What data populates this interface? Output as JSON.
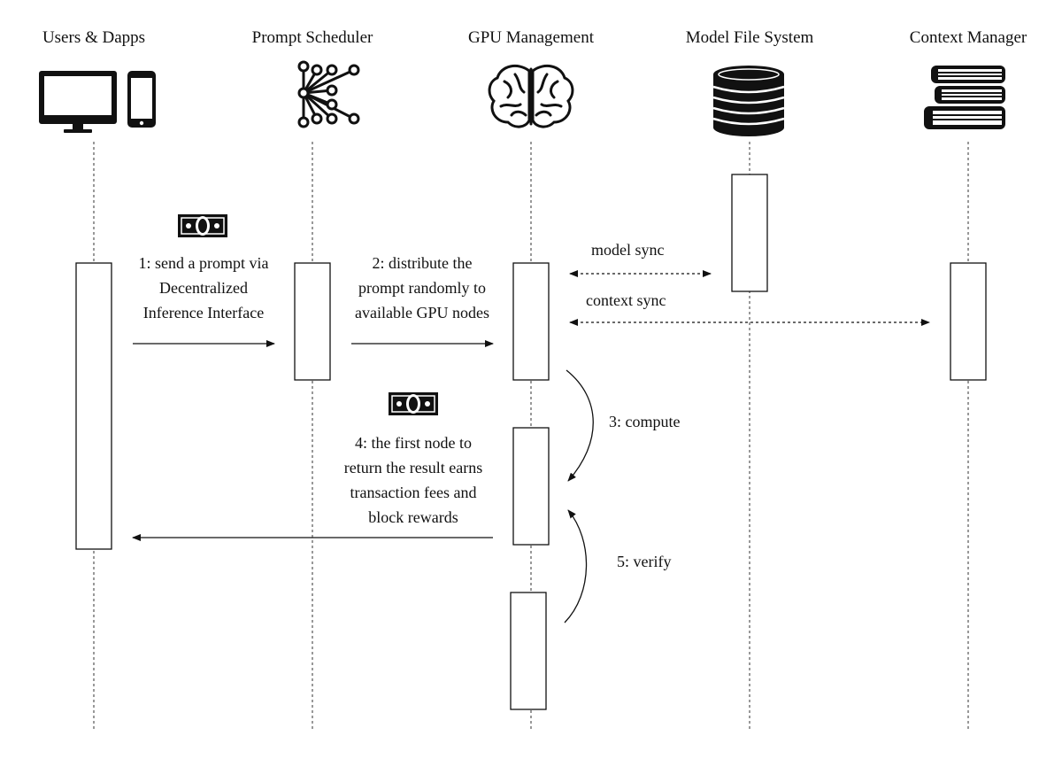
{
  "participants": [
    {
      "id": "users",
      "label": "Users & Dapps",
      "icon": "desktop-and-phone-icon"
    },
    {
      "id": "scheduler",
      "label": "Prompt Scheduler",
      "icon": "network-graph-icon"
    },
    {
      "id": "gpu",
      "label": "GPU Management",
      "icon": "brain-icon"
    },
    {
      "id": "modelfs",
      "label": "Model File System",
      "icon": "database-stack-icon"
    },
    {
      "id": "context",
      "label": "Context Manager",
      "icon": "book-stack-icon"
    }
  ],
  "messages": {
    "m1": [
      "1: send a prompt via",
      "Decentralized",
      "Inference Interface"
    ],
    "m2": [
      "2: distribute the",
      "prompt randomly to",
      "available GPU nodes"
    ],
    "m3": "3: compute",
    "m4": [
      "4: the first node to",
      "return the result earns",
      "transaction fees and",
      "block rewards"
    ],
    "m5": "5: verify",
    "model_sync": "model sync",
    "context_sync": "context sync"
  },
  "icons": {
    "payment": "banknote-icon"
  }
}
